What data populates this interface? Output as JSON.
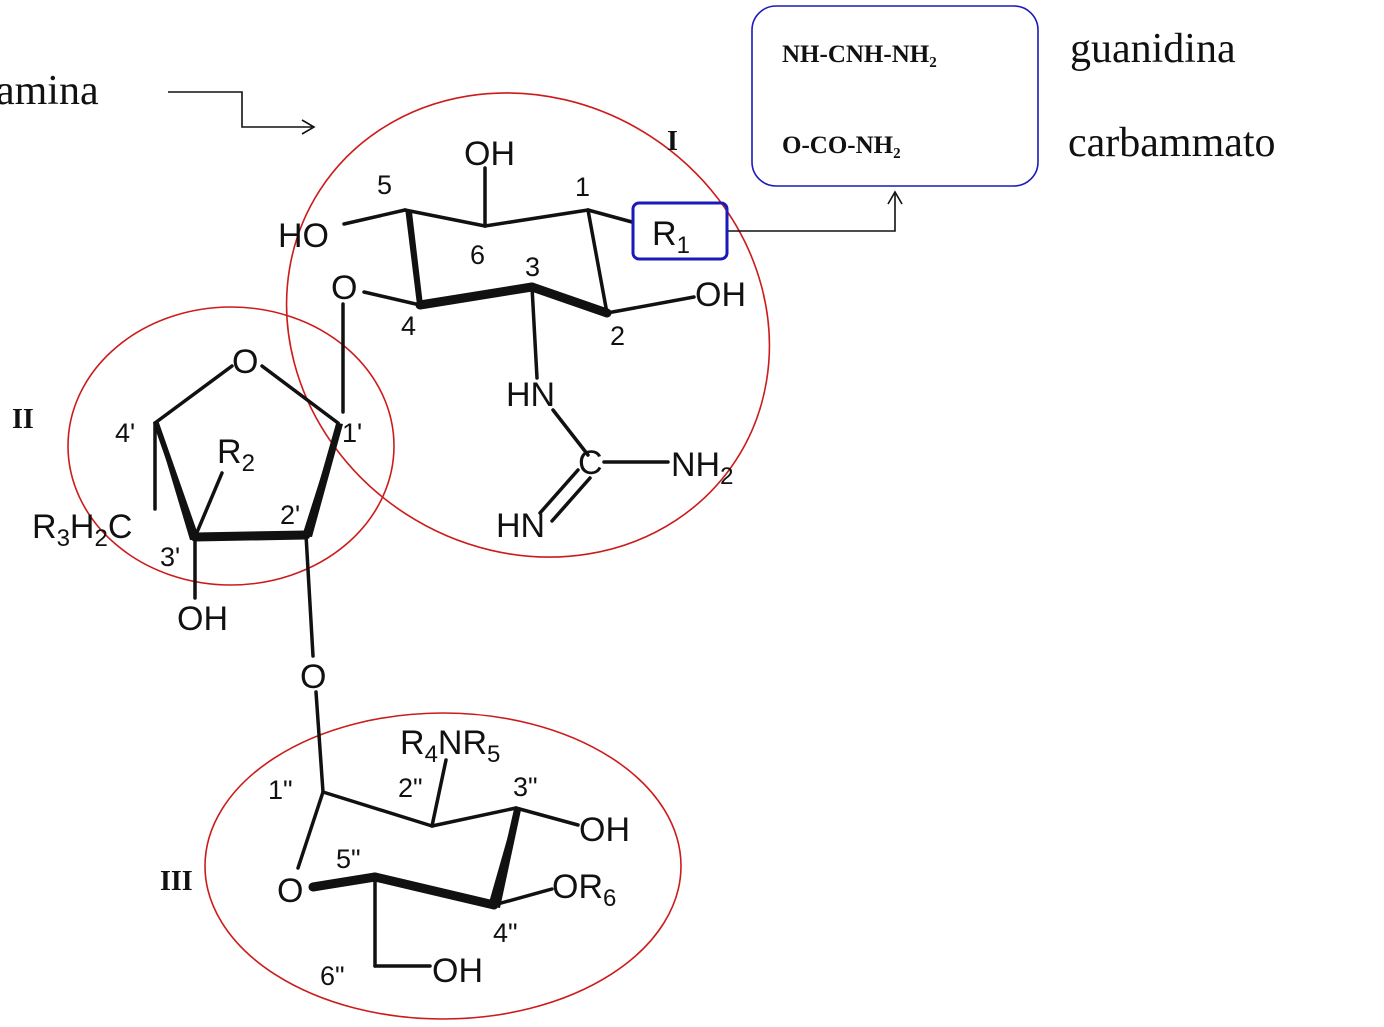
{
  "labels": {
    "amina": "amina",
    "guanidina": "guanidina",
    "carbammato": "carbammato"
  },
  "legend_box": {
    "line1": "NH-CNH-NH₂",
    "line2": "O-CO-NH₂",
    "border_color": "#1a1ab8"
  },
  "rings": {
    "I": "I",
    "II": "II",
    "III": "III",
    "oval_color": "#cc1b1b"
  },
  "ring1": {
    "oh_top": "OH",
    "ho_left": "HO",
    "oh_right": "OH",
    "n1": "1",
    "n2": "2",
    "n3": "3",
    "n4": "4",
    "n5": "5",
    "n6": "6",
    "r1": "R",
    "r1_sub": "1",
    "r1_box_color": "#1a1ab8",
    "hn": "HN",
    "c": "C",
    "nh2": "NH",
    "nh2_sub": "2",
    "hn_bottom": "HN",
    "o_link": "O"
  },
  "ring2": {
    "o_ring": "O",
    "n1p": "1'",
    "n2p": "2'",
    "n3p": "3'",
    "n4p": "4'",
    "r2": "R",
    "r2_sub": "2",
    "r3h2c_r": "R",
    "r3h2c_3": "3",
    "r3h2c_h": "H",
    "r3h2c_2": "2",
    "r3h2c_c": "C",
    "oh": "OH",
    "o_link": "O"
  },
  "ring3": {
    "r4": "R",
    "r4_sub": "4",
    "nr": "NR",
    "r5_sub": "5",
    "n1pp": "1\"",
    "n2pp": "2\"",
    "n3pp": "3\"",
    "n4pp": "4\"",
    "n5pp": "5\"",
    "n6pp": "6\"",
    "oh_right": "OH",
    "or6": "OR",
    "or6_sub": "6",
    "o_ring": "O",
    "oh_bottom": "OH"
  }
}
